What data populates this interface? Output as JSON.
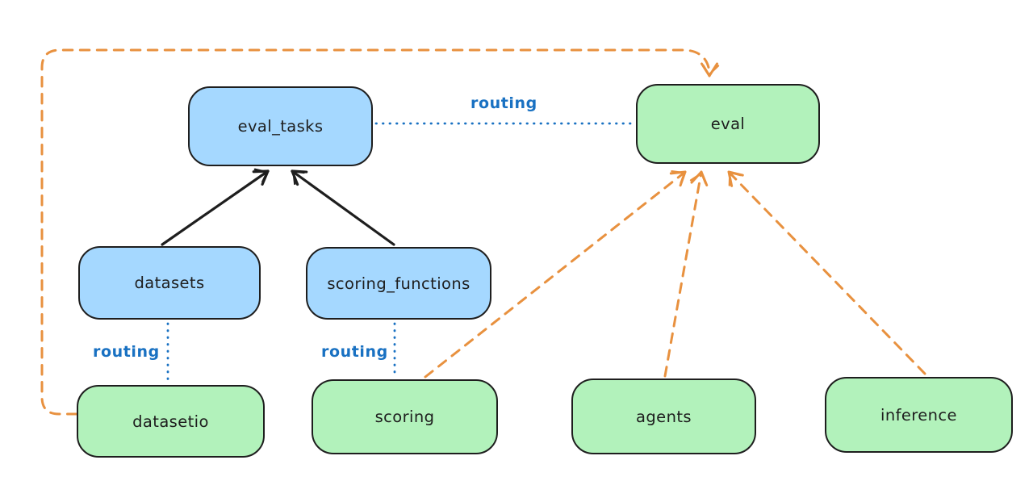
{
  "colors": {
    "canvas_bg": "#ffffff",
    "node_stroke": "#1e1e1e",
    "blue_node_fill": "#a5d8ff",
    "green_node_fill": "#b2f2bb",
    "routing_blue": "#1971c2",
    "orange": "#e8913f",
    "black_arrow": "#1e1e1e"
  },
  "nodes": {
    "eval_tasks": {
      "label": "eval_tasks"
    },
    "eval": {
      "label": "eval"
    },
    "datasets": {
      "label": "datasets"
    },
    "scoring_functions": {
      "label": "scoring_functions"
    },
    "datasetio": {
      "label": "datasetio"
    },
    "scoring": {
      "label": "scoring"
    },
    "agents": {
      "label": "agents"
    },
    "inference": {
      "label": "inference"
    }
  },
  "edge_labels": {
    "routing_eval_tasks_to_eval": "routing",
    "routing_datasets_to_datasetio": "routing",
    "routing_scoring_functions_to_scoring": "routing"
  }
}
